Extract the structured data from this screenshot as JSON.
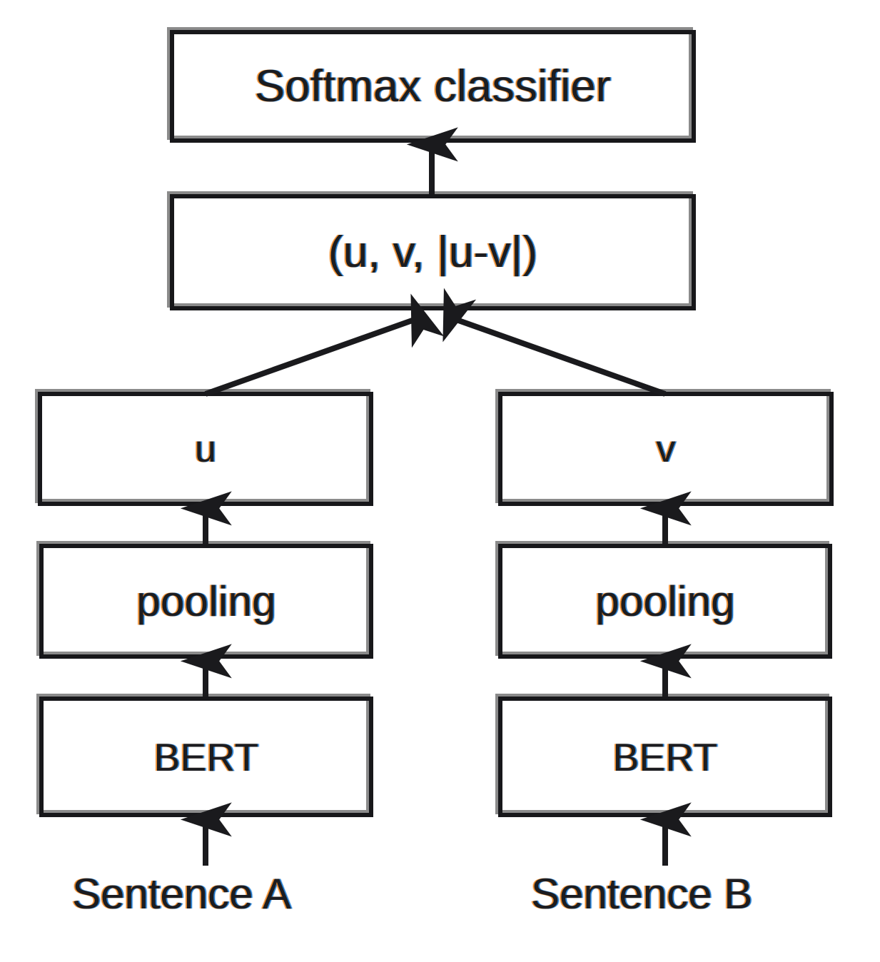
{
  "figure": {
    "title": "SBERT classification objective architecture",
    "background_color": "#ffffff",
    "ink_color": "#1c1c20",
    "ghost_border_color": "#8b8b8b",
    "fringe_warm_color": "#e87e18",
    "fringe_cool_color": "#146ec8"
  },
  "nodes": {
    "softmax": {
      "label": "Softmax classifier"
    },
    "concat": {
      "label": "(u, v, |u-v|)"
    },
    "u": {
      "label": "u"
    },
    "v": {
      "label": "v"
    },
    "pooling_a": {
      "label": "pooling"
    },
    "pooling_b": {
      "label": "pooling"
    },
    "bert_a": {
      "label": "BERT"
    },
    "bert_b": {
      "label": "BERT"
    },
    "sentence_a": {
      "label": "Sentence A"
    },
    "sentence_b": {
      "label": "Sentence B"
    }
  },
  "edges": [
    {
      "from": "sentence_a",
      "to": "bert_a",
      "style": "vertical-arrow-up"
    },
    {
      "from": "bert_a",
      "to": "pooling_a",
      "style": "vertical-arrow-up"
    },
    {
      "from": "pooling_a",
      "to": "u",
      "style": "vertical-arrow-up"
    },
    {
      "from": "sentence_b",
      "to": "bert_b",
      "style": "vertical-arrow-up"
    },
    {
      "from": "bert_b",
      "to": "pooling_b",
      "style": "vertical-arrow-up"
    },
    {
      "from": "pooling_b",
      "to": "v",
      "style": "vertical-arrow-up"
    },
    {
      "from": "u",
      "to": "concat",
      "style": "diagonal-arrow-up-right"
    },
    {
      "from": "v",
      "to": "concat",
      "style": "diagonal-arrow-up-left"
    },
    {
      "from": "concat",
      "to": "softmax",
      "style": "vertical-arrow-up"
    }
  ]
}
